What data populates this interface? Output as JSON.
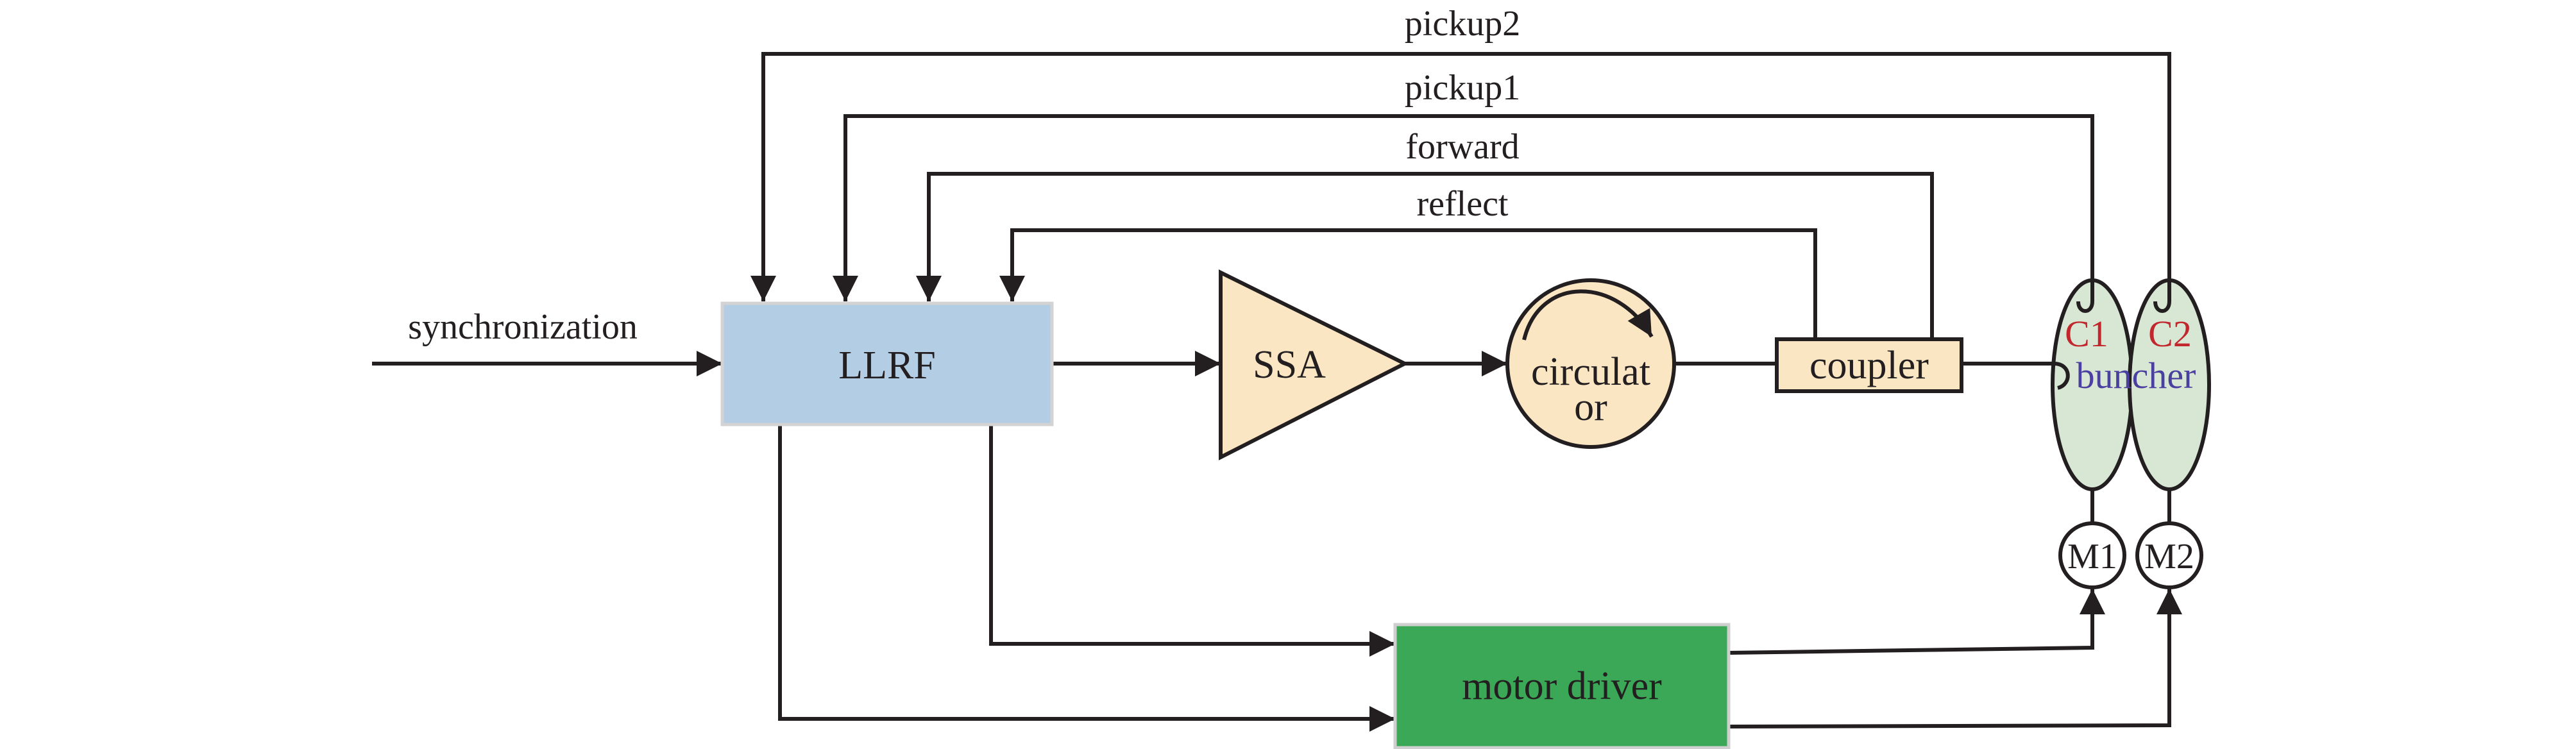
{
  "diagram": {
    "input_label": "synchronization",
    "feedback_labels": {
      "pickup2": "pickup2",
      "pickup1": "pickup1",
      "forward": "forward",
      "reflect": "reflect"
    },
    "blocks": {
      "llrf": "LLRF",
      "ssa": "SSA",
      "circulator_line1": "circulat",
      "circulator_line2": "or",
      "coupler": "coupler",
      "motor_driver": "motor driver"
    },
    "cavities": {
      "c1": "C1",
      "c2": "C2",
      "buncher": "buncher"
    },
    "motors": {
      "m1": "M1",
      "m2": "M2"
    },
    "colors": {
      "llrf_fill": "#b3cee4",
      "amp_fill": "#fae6c3",
      "motor_driver_fill": "#3aa856",
      "cavity_fill": "#d7e7d3",
      "cavity_label": "#c1272d",
      "buncher_label": "#4b3fa0",
      "line": "#231f20"
    }
  }
}
